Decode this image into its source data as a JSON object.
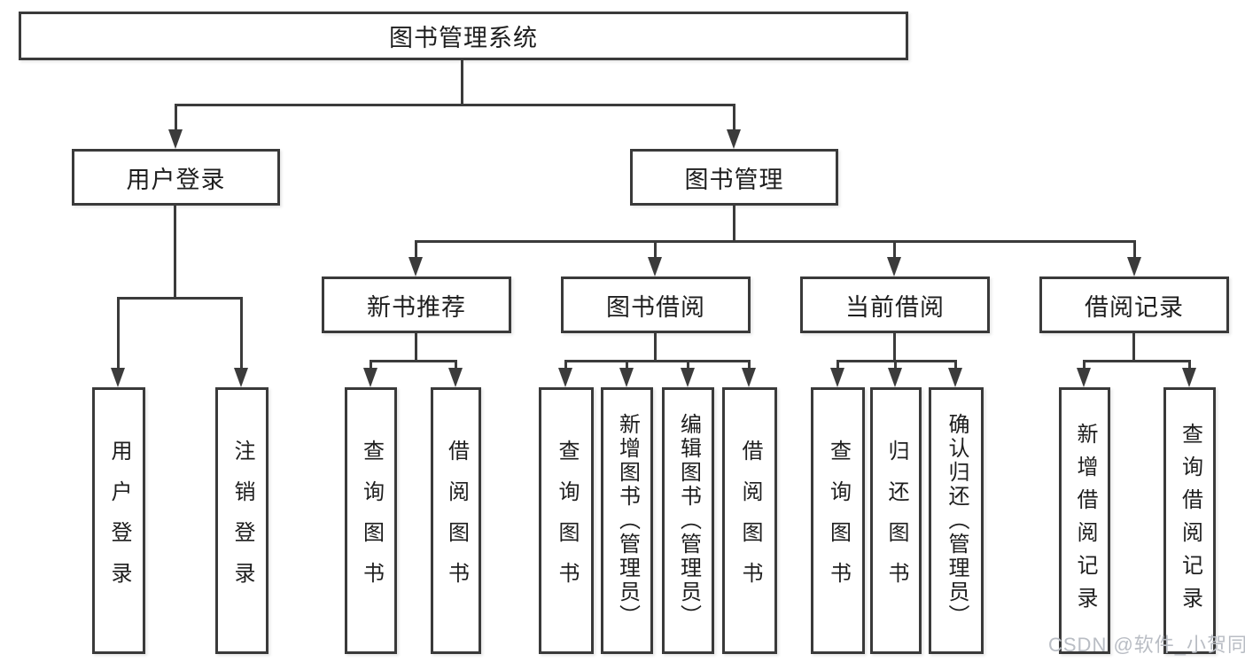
{
  "title": "图书管理系统",
  "tree": {
    "root": "图书管理系统",
    "branches": [
      {
        "label": "用户登录",
        "children": [
          "用户登录",
          "注销登录"
        ]
      },
      {
        "label": "图书管理",
        "groups": [
          {
            "label": "新书推荐",
            "children": [
              "查询图书",
              "借阅图书"
            ]
          },
          {
            "label": "图书借阅",
            "children": [
              "查询图书",
              "新增图书（管理员）",
              "编辑图书（管理员）",
              "借阅图书"
            ]
          },
          {
            "label": "当前借阅",
            "children": [
              "查询图书",
              "归还图书",
              "确认归还（管理员）"
            ]
          },
          {
            "label": "借阅记录",
            "children": [
              "新增借阅记录",
              "查询借阅记录"
            ]
          }
        ]
      }
    ]
  },
  "watermark": "CSDN @软件_小贺同学",
  "colors": {
    "line": "#3b3b3b",
    "box_border": "#3a3a3a",
    "text": "#1e1e1e",
    "watermark": "#b9bdc4",
    "background": "#ffffff"
  }
}
